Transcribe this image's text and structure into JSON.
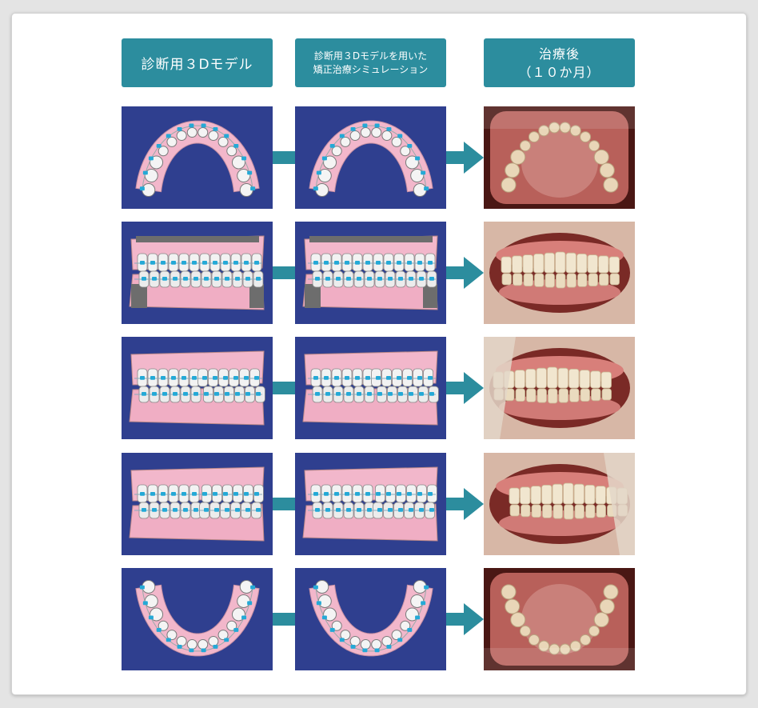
{
  "headers": {
    "col1": "診断用３Dモデル",
    "col2": "診断用３Dモデルを用いた\n矯正治療シミュレーション",
    "col3": "治療後\n（１０か月）"
  },
  "colors": {
    "header_bg": "#2c8d9e",
    "model_bg": "#2f3f8f",
    "connector": "#2c8d9e",
    "gum_model": "#f2b7cb",
    "bracket": "#24a9d6"
  },
  "rows": [
    {
      "view": "upper-occlusal"
    },
    {
      "view": "frontal"
    },
    {
      "view": "right-lateral"
    },
    {
      "view": "left-lateral"
    },
    {
      "view": "lower-occlusal"
    }
  ]
}
